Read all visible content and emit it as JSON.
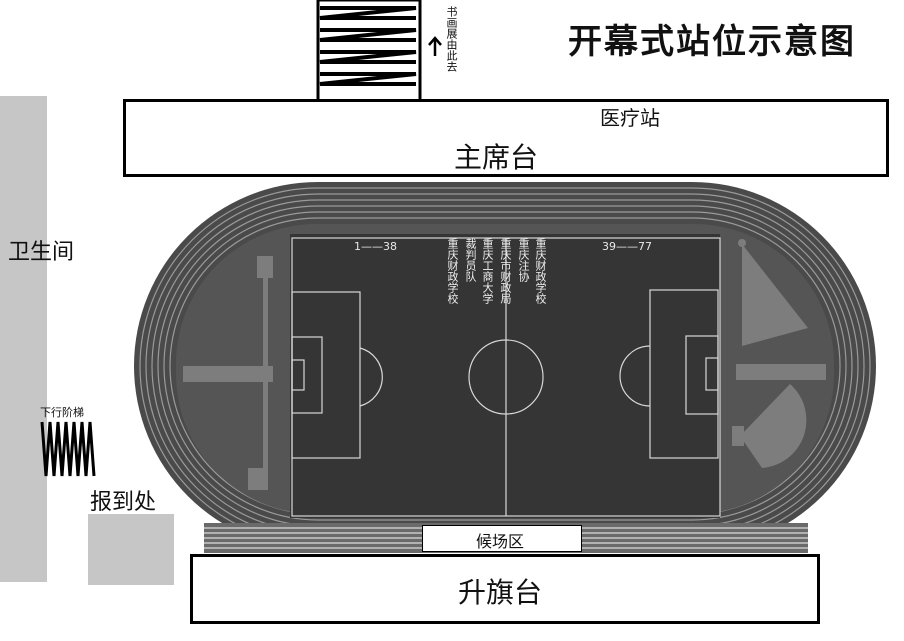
{
  "title": "开幕式站位示意图",
  "book_exhibit_direction": "书画展由此去",
  "medical_station": "医疗站",
  "main_stand": "主席台",
  "restroom": "卫生间",
  "down_stairs": "下行阶梯",
  "registration": "报到处",
  "waiting_area": "候场区",
  "flag_platform": "升旗台",
  "field": {
    "range_left": "1——38",
    "range_right": "39——77",
    "units": [
      "重庆财政学校",
      "裁判员队",
      "重庆工商大学",
      "重庆市财政局",
      "重庆注协",
      "重庆财政学校"
    ]
  }
}
